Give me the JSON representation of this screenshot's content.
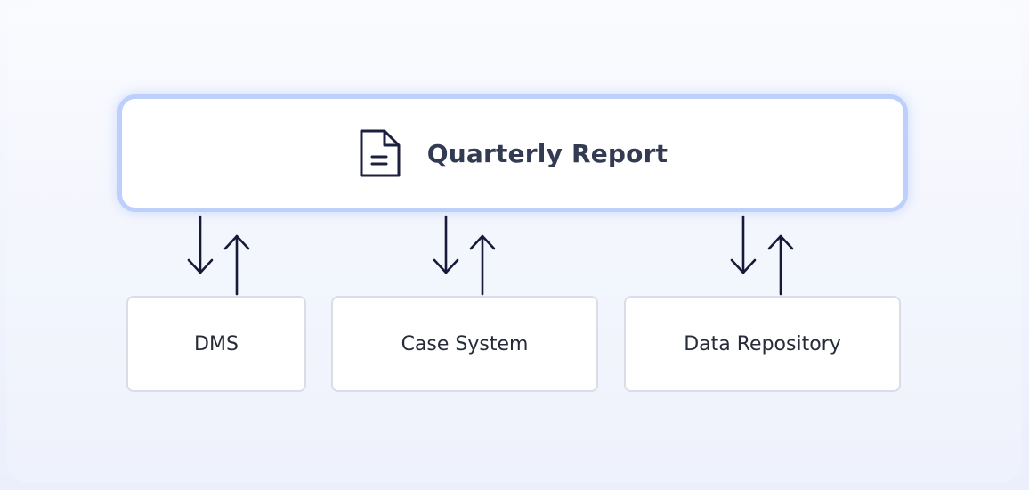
{
  "diagram": {
    "main_node": {
      "title": "Quarterly Report",
      "icon": "document-icon"
    },
    "child_nodes": [
      {
        "label": "DMS"
      },
      {
        "label": "Case System"
      },
      {
        "label": "Data Repository"
      }
    ],
    "connections": [
      {
        "from": "Quarterly Report",
        "to": "DMS",
        "direction": "bidirectional"
      },
      {
        "from": "Quarterly Report",
        "to": "Case System",
        "direction": "bidirectional"
      },
      {
        "from": "Quarterly Report",
        "to": "Data Repository",
        "direction": "bidirectional"
      }
    ],
    "colors": {
      "main_border": "#bcd0fb",
      "arrow": "#161937",
      "text": "#333b52"
    }
  }
}
